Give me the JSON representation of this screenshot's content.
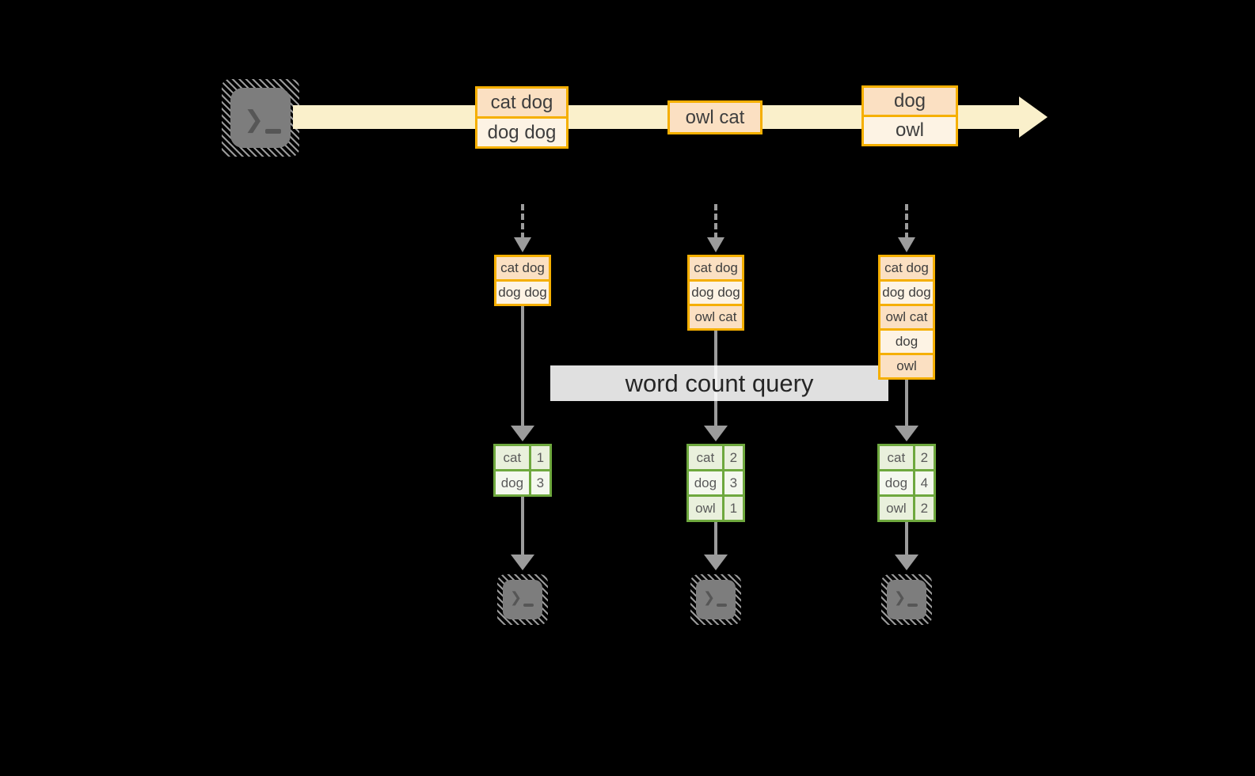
{
  "diagram": {
    "query_label": "word count query"
  },
  "colors": {
    "background": "#000000",
    "stream_band": "#FAF0CB",
    "orange_border": "#F5AF00",
    "peach_fill": "#FBE0C2",
    "cream_fill": "#FDF3E4",
    "green_border": "#6EA83E",
    "green_fill_dark": "#E9F0DC",
    "green_fill_light": "#F4F8EE",
    "arrow_grey": "#9C9C9C",
    "terminal_grey": "#7D7D7D"
  },
  "icons": {
    "source": "terminal-prompt-icon",
    "sinks": [
      "terminal-prompt-icon",
      "terminal-prompt-icon",
      "terminal-prompt-icon"
    ]
  },
  "stream_events": [
    {
      "lines": [
        "cat dog",
        "dog dog"
      ]
    },
    {
      "lines": [
        "owl cat"
      ]
    },
    {
      "lines": [
        "dog",
        "owl"
      ]
    }
  ],
  "columns": [
    {
      "buffer": [
        "cat dog",
        "dog dog"
      ],
      "counts": [
        {
          "word": "cat",
          "count": "1"
        },
        {
          "word": "dog",
          "count": "3"
        }
      ]
    },
    {
      "buffer": [
        "cat dog",
        "dog dog",
        "owl cat"
      ],
      "counts": [
        {
          "word": "cat",
          "count": "2"
        },
        {
          "word": "dog",
          "count": "3"
        },
        {
          "word": "owl",
          "count": "1"
        }
      ]
    },
    {
      "buffer": [
        "cat dog",
        "dog dog",
        "owl cat",
        "dog",
        "owl"
      ],
      "counts": [
        {
          "word": "cat",
          "count": "2"
        },
        {
          "word": "dog",
          "count": "4"
        },
        {
          "word": "owl",
          "count": "2"
        }
      ]
    }
  ]
}
